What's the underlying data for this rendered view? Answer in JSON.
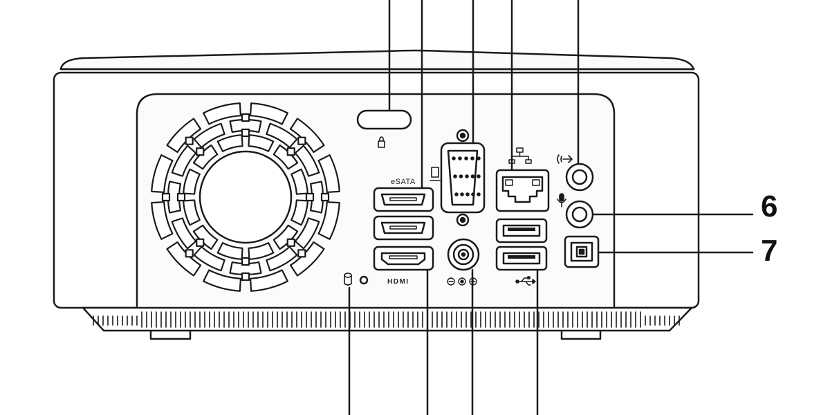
{
  "diagram": {
    "port_labels": {
      "esata": "eSATA",
      "hdmi": "HDMI"
    },
    "callouts": [
      {
        "number": "6"
      },
      {
        "number": "7"
      }
    ],
    "colors": {
      "line": "#1a1a1a",
      "background": "#ffffff",
      "panel_shade": "#f4f4f4"
    },
    "icons": [
      "security-lock-icon",
      "vga-monitor-icon",
      "network-icon",
      "audio-line-out-icon",
      "microphone-icon",
      "usb-icon",
      "power-dc-in-icon",
      "drive-activity-icon"
    ]
  }
}
